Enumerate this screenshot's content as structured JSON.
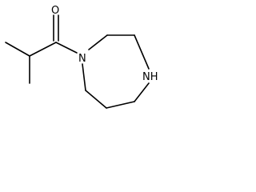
{
  "molecule": {
    "atoms": {
      "carbonyl_oxygen": "O",
      "ring_nitrogen_amide": "N",
      "ring_nitrogen_amine": "NH"
    }
  }
}
